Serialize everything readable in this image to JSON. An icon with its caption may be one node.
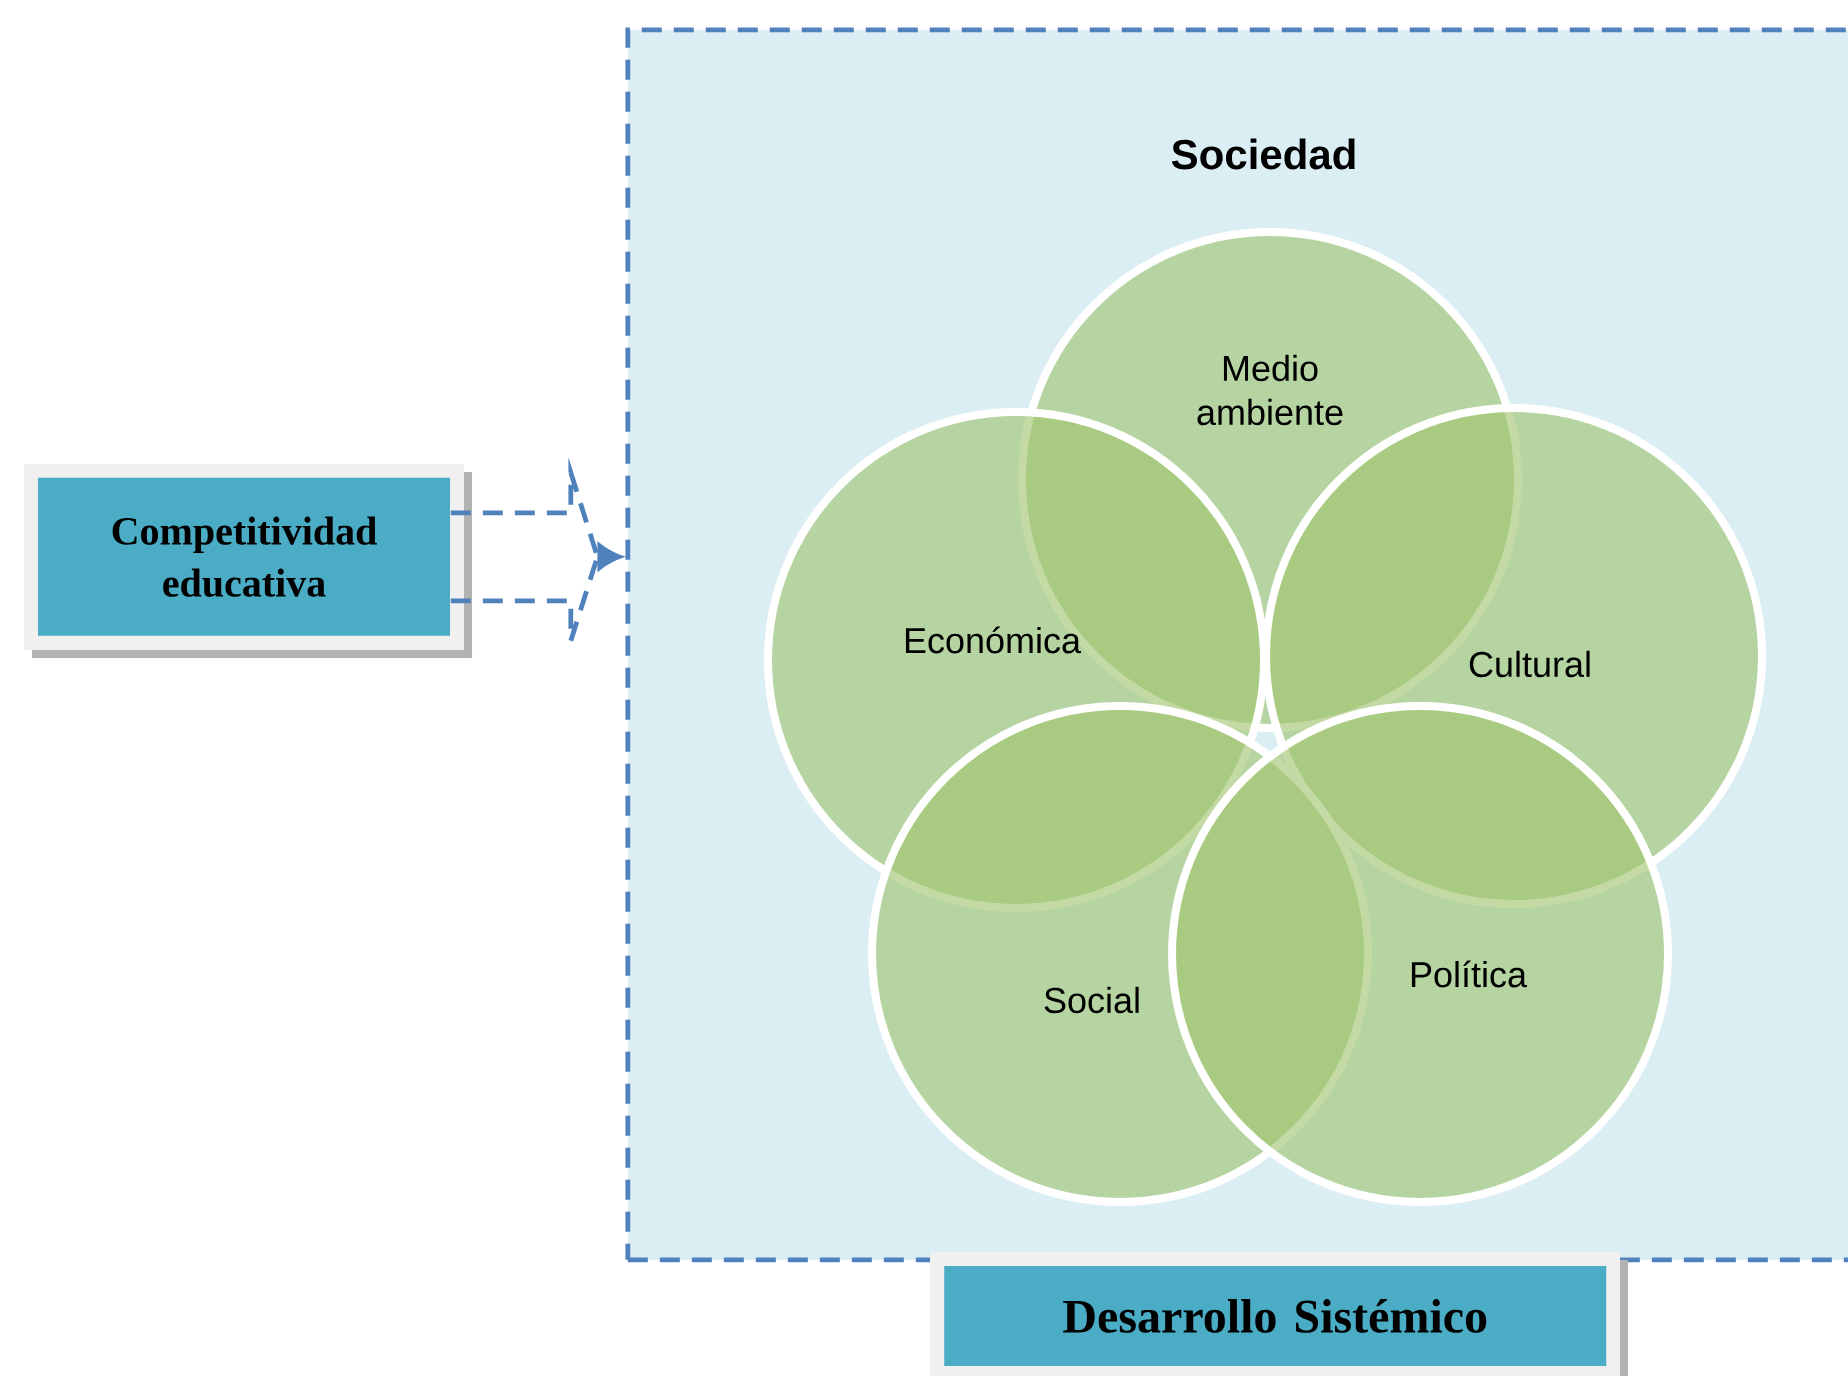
{
  "diagram": {
    "nodes": [
      {
        "text": [
          "Competitividad educativa"
        ]
      },
      {
        "text": [
          "Sociedad"
        ]
      },
      {
        "text": [
          "Medio ambiente"
        ],
        "in": 1
      },
      {
        "text": [
          "Económica"
        ],
        "in": 1
      },
      {
        "text": [
          "Cultural"
        ],
        "in": 1
      },
      {
        "text": [
          "Social"
        ],
        "in": 1
      },
      {
        "text": [
          "Política"
        ],
        "in": 1
      },
      {
        "text": [
          "Desarrollo Sistémico"
        ]
      }
    ],
    "edges": [
      {
        "from": 0,
        "to": 1,
        "arrow": "to",
        "style": "dashed"
      }
    ]
  }
}
